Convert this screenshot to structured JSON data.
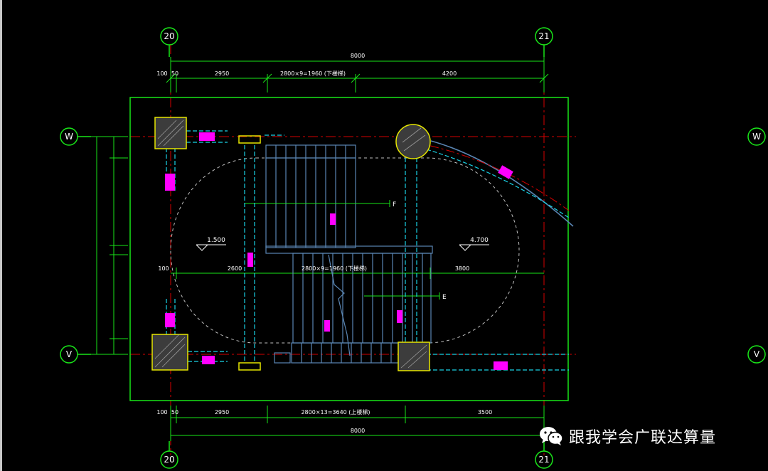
{
  "axes": {
    "col_left": "20",
    "col_right": "21",
    "row_top": "W",
    "row_bottom": "V"
  },
  "dimensions": {
    "overall_top": "8000",
    "overall_bottom": "8000",
    "top_run": "2800×9=1960 (下楼梯)",
    "mid_run": "2800×9=1960 (下楼梯)",
    "bottom_run": "2800×13=3640 (上楼梯)",
    "top_left": "2950",
    "top_right": "4200",
    "bottom_left": "2950",
    "bottom_right": "3500",
    "mid_left": "2600",
    "mid_right": "3800",
    "edge_small": "100",
    "edge_small2": "50"
  },
  "levels": {
    "left": "1.500",
    "right": "4.700"
  },
  "annotations": {
    "f_mark": "F",
    "e_mark": "E"
  },
  "colors": {
    "axis_red": "#d40000",
    "dim_green": "#19e619",
    "stair_blue": "#5a86b4",
    "column_yellow": "#e6e600",
    "tag_magenta": "#ff00ff",
    "cyan": "#19d2e6"
  },
  "watermark": {
    "text": "跟我学会广联达算量",
    "icon": "wechat-icon"
  }
}
